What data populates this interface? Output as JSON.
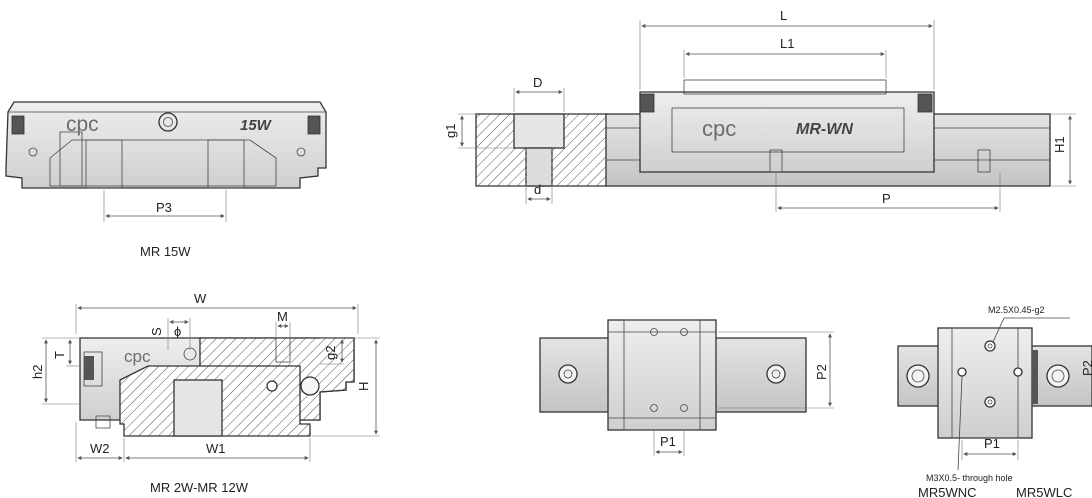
{
  "brand": "cpc",
  "views": {
    "top_left": {
      "caption": "MR 15W",
      "badge": "15W",
      "dim_p3": "P3"
    },
    "bottom_left": {
      "caption": "MR 2W-MR 12W",
      "dims": {
        "w": "W",
        "m": "M",
        "s": "S",
        "phi": "ϕ",
        "t": "T",
        "h2": "h2",
        "g2": "g2",
        "h": "H",
        "w2": "W2",
        "w1": "W1"
      }
    },
    "side": {
      "model": "MR-WN",
      "dims": {
        "l": "L",
        "l1": "L1",
        "d_upper": "D",
        "g1": "g1",
        "d_lower": "d",
        "h1": "H1",
        "p": "P"
      }
    },
    "plan_mid": {
      "dims": {
        "p2": "P2",
        "p1": "P1"
      }
    },
    "plan_right": {
      "note_top": "M2.5X0.45-g2",
      "note_bottom": "M3X0.5- through hole",
      "label_nc": "MR5WNC",
      "label_lc": "MR5WLC",
      "dims": {
        "p2": "P2",
        "p1": "P1"
      }
    }
  }
}
